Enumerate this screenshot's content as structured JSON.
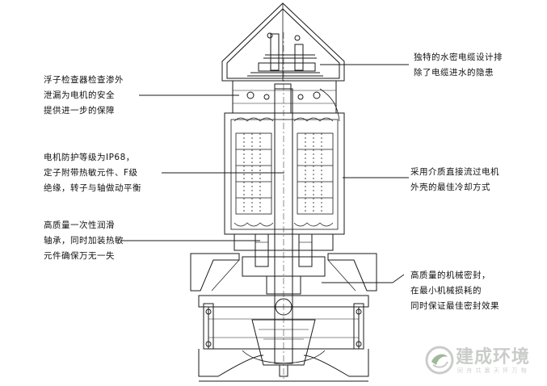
{
  "annotations": {
    "float_switch": [
      "浮子检查器检查渗外",
      "泄漏为电机的安全",
      "提供进一步的保障"
    ],
    "motor_protection": [
      "电机防护等级为IP68，",
      "定子附带热敏元件、F级",
      "绝缘，转子与轴做动平衡"
    ],
    "bearing": [
      "高质量一次性润滑",
      "轴承，同时加装热敏",
      "元件确保万无一失"
    ],
    "cable": [
      "独特的水密电缆设计排",
      "除了电缆进水的隐患"
    ],
    "cooling": [
      "采用介质直接流过电机",
      "外壳的最佳冷却方式"
    ],
    "seal": [
      "高质量的机械密封，",
      "在最小机械损耗的",
      "同时保证最佳密封效果"
    ]
  },
  "watermark": {
    "name": "建成环境",
    "slogan": "同 舟 共 赢   天 怀 万 物"
  },
  "colors": {
    "line": "#1a1a1a",
    "watermark": "#c9ccc9",
    "watermark_logo": "#9fb89a"
  }
}
